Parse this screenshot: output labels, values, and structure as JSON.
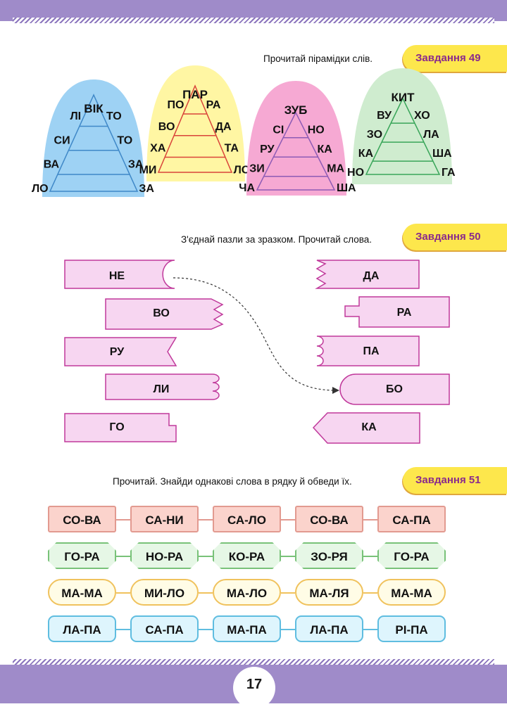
{
  "page_number": "17",
  "task49": {
    "badge": "Завдання 49",
    "instruction": "Прочитай пірамідки слів.",
    "pyramids": [
      {
        "top": "ВІК",
        "rows": [
          [
            "ЛІ",
            "ТО"
          ],
          [
            "СИ",
            "ТО"
          ],
          [
            "ВА",
            "ЗА"
          ],
          [
            "ЛО",
            "ЗА"
          ]
        ],
        "color": "#9ed2f4",
        "line": "#3f88c8"
      },
      {
        "top": "ПАР",
        "rows": [
          [
            "ПО",
            "РА"
          ],
          [
            "ВО",
            "ДА"
          ],
          [
            "ХА",
            "ТА"
          ],
          [
            "МИ",
            "ЛО"
          ]
        ],
        "color": "#fff6a3",
        "line": "#d9443a"
      },
      {
        "top": "ЗУБ",
        "rows": [
          [
            "СІ",
            "НО"
          ],
          [
            "РУ",
            "КА"
          ],
          [
            "ЗИ",
            "МА"
          ],
          [
            "ЧА",
            "ША"
          ]
        ],
        "color": "#f6a9d3",
        "line": "#8d5bb5"
      },
      {
        "top": "КИТ",
        "rows": [
          [
            "ВУ",
            "ХО"
          ],
          [
            "ЗО",
            "ЛА"
          ],
          [
            "КА",
            "ША"
          ],
          [
            "НО",
            "ГА"
          ]
        ],
        "color": "#cfeccf",
        "line": "#3aa65a"
      }
    ]
  },
  "task50": {
    "badge": "Завдання 50",
    "instruction": "З'єднай пазли за зразком. Прочитай слова.",
    "left": [
      "НЕ",
      "ВО",
      "РУ",
      "ЛИ",
      "ГО"
    ],
    "right": [
      "ДА",
      "РА",
      "ПА",
      "БО",
      "КА"
    ]
  },
  "task51": {
    "badge": "Завдання 51",
    "instruction": "Прочитай. Знайди однакові слова в рядку й обведи їх.",
    "rows": [
      [
        "СО-ВА",
        "СА-НИ",
        "СА-ЛО",
        "СО-ВА",
        "СА-ПА"
      ],
      [
        "ГО-РА",
        "НО-РА",
        "КО-РА",
        "ЗО-РЯ",
        "ГО-РА"
      ],
      [
        "МА-МА",
        "МИ-ЛО",
        "МА-ЛО",
        "МА-ЛЯ",
        "МА-МА"
      ],
      [
        "ЛА-ПА",
        "СА-ПА",
        "МА-ПА",
        "ЛА-ПА",
        "РІ-ПА"
      ]
    ]
  }
}
